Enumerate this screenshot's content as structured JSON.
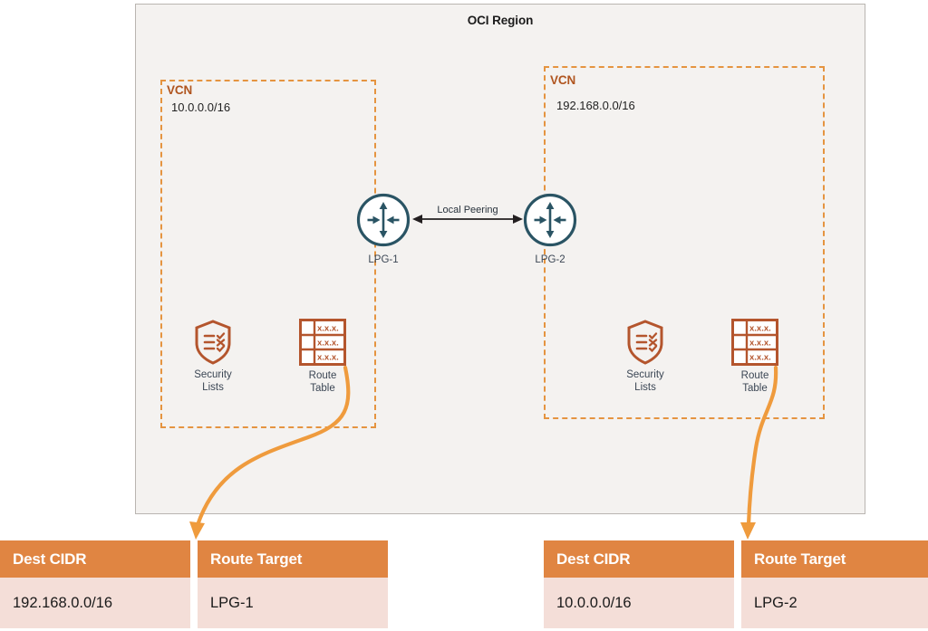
{
  "region": {
    "title": "OCI Region"
  },
  "vcns": [
    {
      "label": "VCN",
      "cidr": "10.0.0.0/16",
      "gateway": "LPG-1",
      "security_lists_caption_line1": "Security",
      "security_lists_caption_line2": "Lists",
      "route_table_caption_line1": "Route",
      "route_table_caption_line2": "Table",
      "route_table_icon_text": "x.x.x."
    },
    {
      "label": "VCN",
      "cidr": "192.168.0.0/16",
      "gateway": "LPG-2",
      "security_lists_caption_line1": "Security",
      "security_lists_caption_line2": "Lists",
      "route_table_caption_line1": "Route",
      "route_table_caption_line2": "Table",
      "route_table_icon_text": "x.x.x."
    }
  ],
  "connection": {
    "label": "Local Peering"
  },
  "route_tables": [
    {
      "headers": {
        "dest_cidr": "Dest CIDR",
        "route_target": "Route Target"
      },
      "row": {
        "dest_cidr": "192.168.0.0/16",
        "route_target": "LPG-1"
      }
    },
    {
      "headers": {
        "dest_cidr": "Dest CIDR",
        "route_target": "Route Target"
      },
      "row": {
        "dest_cidr": "10.0.0.0/16",
        "route_target": "LPG-2"
      }
    }
  ],
  "colors": {
    "region_bg": "#f4f2f0",
    "region_border": "#b9b5b1",
    "vcn_dash": "#e59440",
    "vcn_label": "#b0551f",
    "gateway_stroke": "#2a5464",
    "icon_rust": "#b4552d",
    "table_header": "#e08542",
    "table_row": "#f4ded8",
    "connector": "#ef9b3d",
    "text_slate": "#3b4654"
  }
}
